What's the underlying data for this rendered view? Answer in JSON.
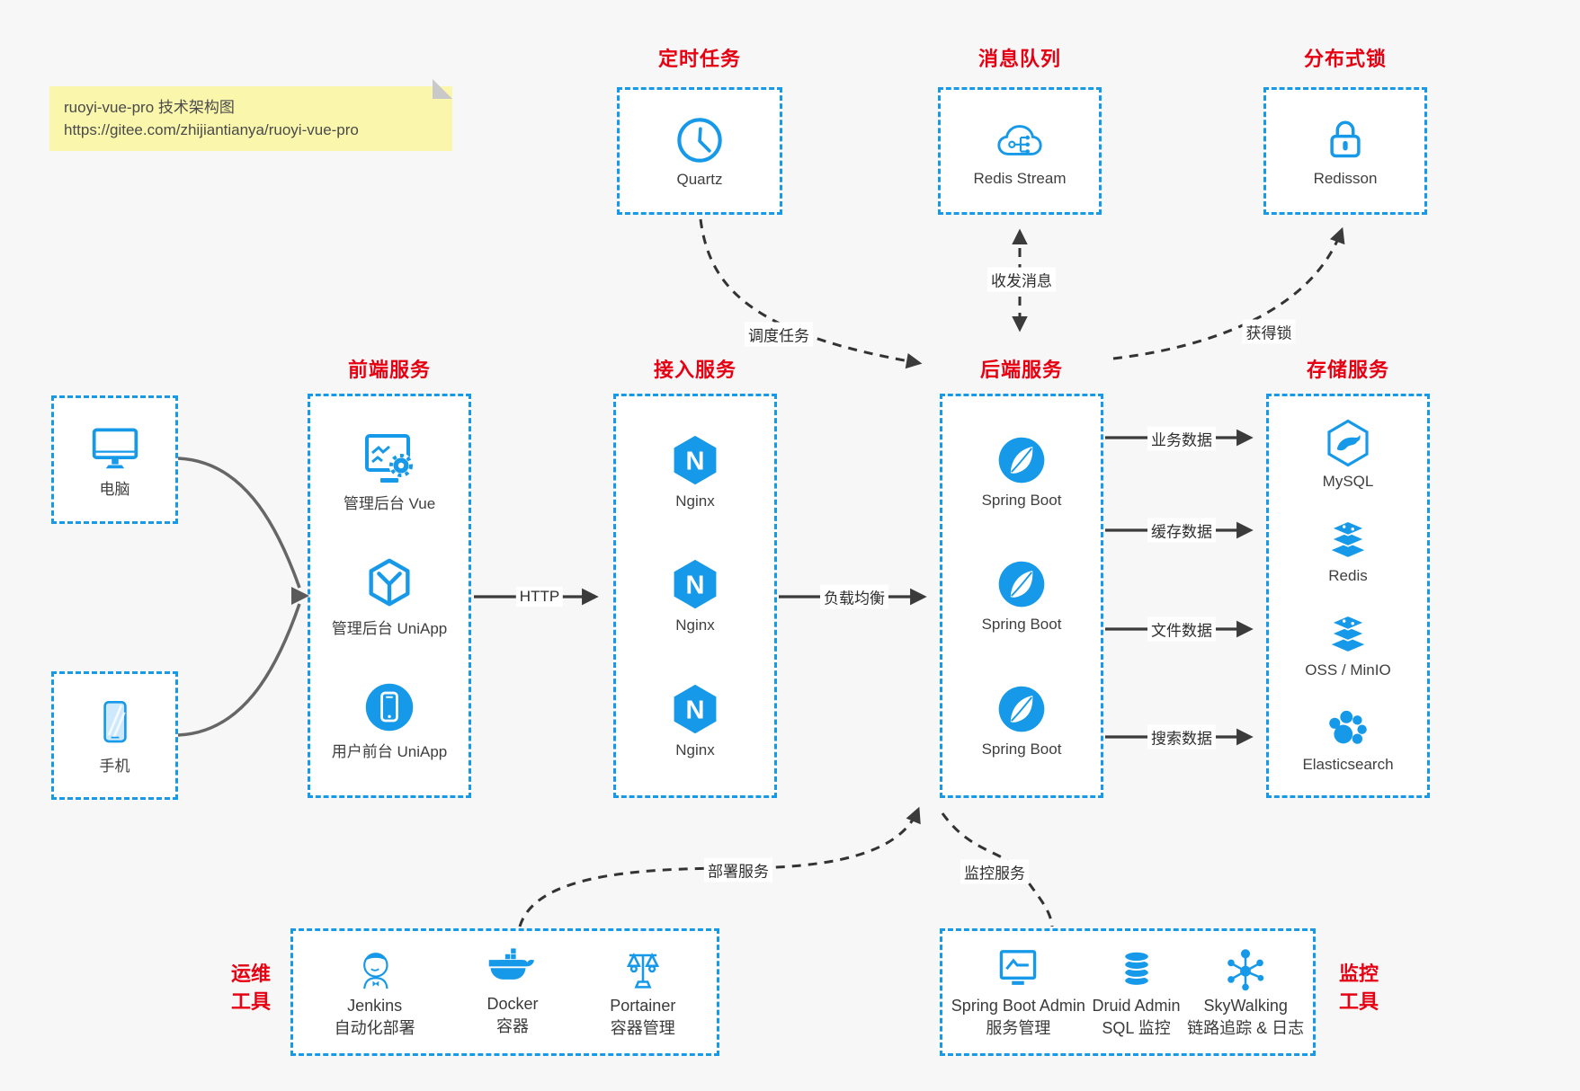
{
  "colors": {
    "accent_blue": "#1699e8",
    "title_red": "#e60012",
    "note_yellow": "#faf7ad",
    "arrow_dark": "#3b3b3b",
    "box_bg": "#ffffff",
    "page_bg": "#f7f7f8"
  },
  "note": {
    "line1": "ruoyi-vue-pro 技术架构图",
    "line2": "https://gitee.com/zhijiantianya/ruoyi-vue-pro"
  },
  "top_groups": [
    {
      "title": "定时任务",
      "icon": "clock-icon",
      "label": "Quartz"
    },
    {
      "title": "消息队列",
      "icon": "cloud-share-icon",
      "label": "Redis Stream"
    },
    {
      "title": "分布式锁",
      "icon": "lock-icon",
      "label": "Redisson"
    }
  ],
  "clients": [
    {
      "icon": "desktop-icon",
      "label": "电脑"
    },
    {
      "icon": "smartphone-icon",
      "label": "手机"
    }
  ],
  "columns": {
    "frontend": {
      "title": "前端服务",
      "items": [
        {
          "icon": "admin-vue-icon",
          "label": "管理后台 Vue"
        },
        {
          "icon": "uniapp-cube-icon",
          "label": "管理后台 UniApp"
        },
        {
          "icon": "user-app-icon",
          "label": "用户前台 UniApp"
        }
      ]
    },
    "gateway": {
      "title": "接入服务",
      "items": [
        {
          "icon": "nginx-icon",
          "label": "Nginx"
        },
        {
          "icon": "nginx-icon",
          "label": "Nginx"
        },
        {
          "icon": "nginx-icon",
          "label": "Nginx"
        }
      ]
    },
    "backend": {
      "title": "后端服务",
      "items": [
        {
          "icon": "spring-boot-icon",
          "label": "Spring Boot"
        },
        {
          "icon": "spring-boot-icon",
          "label": "Spring Boot"
        },
        {
          "icon": "spring-boot-icon",
          "label": "Spring Boot"
        }
      ]
    },
    "storage": {
      "title": "存储服务",
      "items": [
        {
          "icon": "mysql-icon",
          "label": "MySQL"
        },
        {
          "icon": "redis-icon",
          "label": "Redis"
        },
        {
          "icon": "oss-minio-icon",
          "label": "OSS / MinIO"
        },
        {
          "icon": "elasticsearch-icon",
          "label": "Elasticsearch"
        }
      ]
    }
  },
  "edges": {
    "http": "HTTP",
    "load_balance": "负载均衡",
    "business_data": "业务数据",
    "cache_data": "缓存数据",
    "file_data": "文件数据",
    "search_data": "搜索数据",
    "schedule_task": "调度任务",
    "send_receive_msg": "收发消息",
    "acquire_lock": "获得锁",
    "deploy_service": "部署服务",
    "monitor_service": "监控服务"
  },
  "bottom_groups": {
    "ops": {
      "label_line1": "运维",
      "label_line2": "工具",
      "items": [
        {
          "icon": "jenkins-icon",
          "name": "Jenkins",
          "desc": "自动化部署"
        },
        {
          "icon": "docker-icon",
          "name": "Docker",
          "desc": "容器"
        },
        {
          "icon": "portainer-icon",
          "name": "Portainer",
          "desc": "容器管理"
        }
      ]
    },
    "monitor": {
      "label_line1": "监控",
      "label_line2": "工具",
      "items": [
        {
          "icon": "spring-boot-admin-icon",
          "name": "Spring Boot Admin",
          "desc": "服务管理"
        },
        {
          "icon": "druid-icon",
          "name": "Druid Admin",
          "desc": "SQL 监控"
        },
        {
          "icon": "skywalking-icon",
          "name": "SkyWalking",
          "desc": "链路追踪 & 日志"
        }
      ]
    }
  }
}
